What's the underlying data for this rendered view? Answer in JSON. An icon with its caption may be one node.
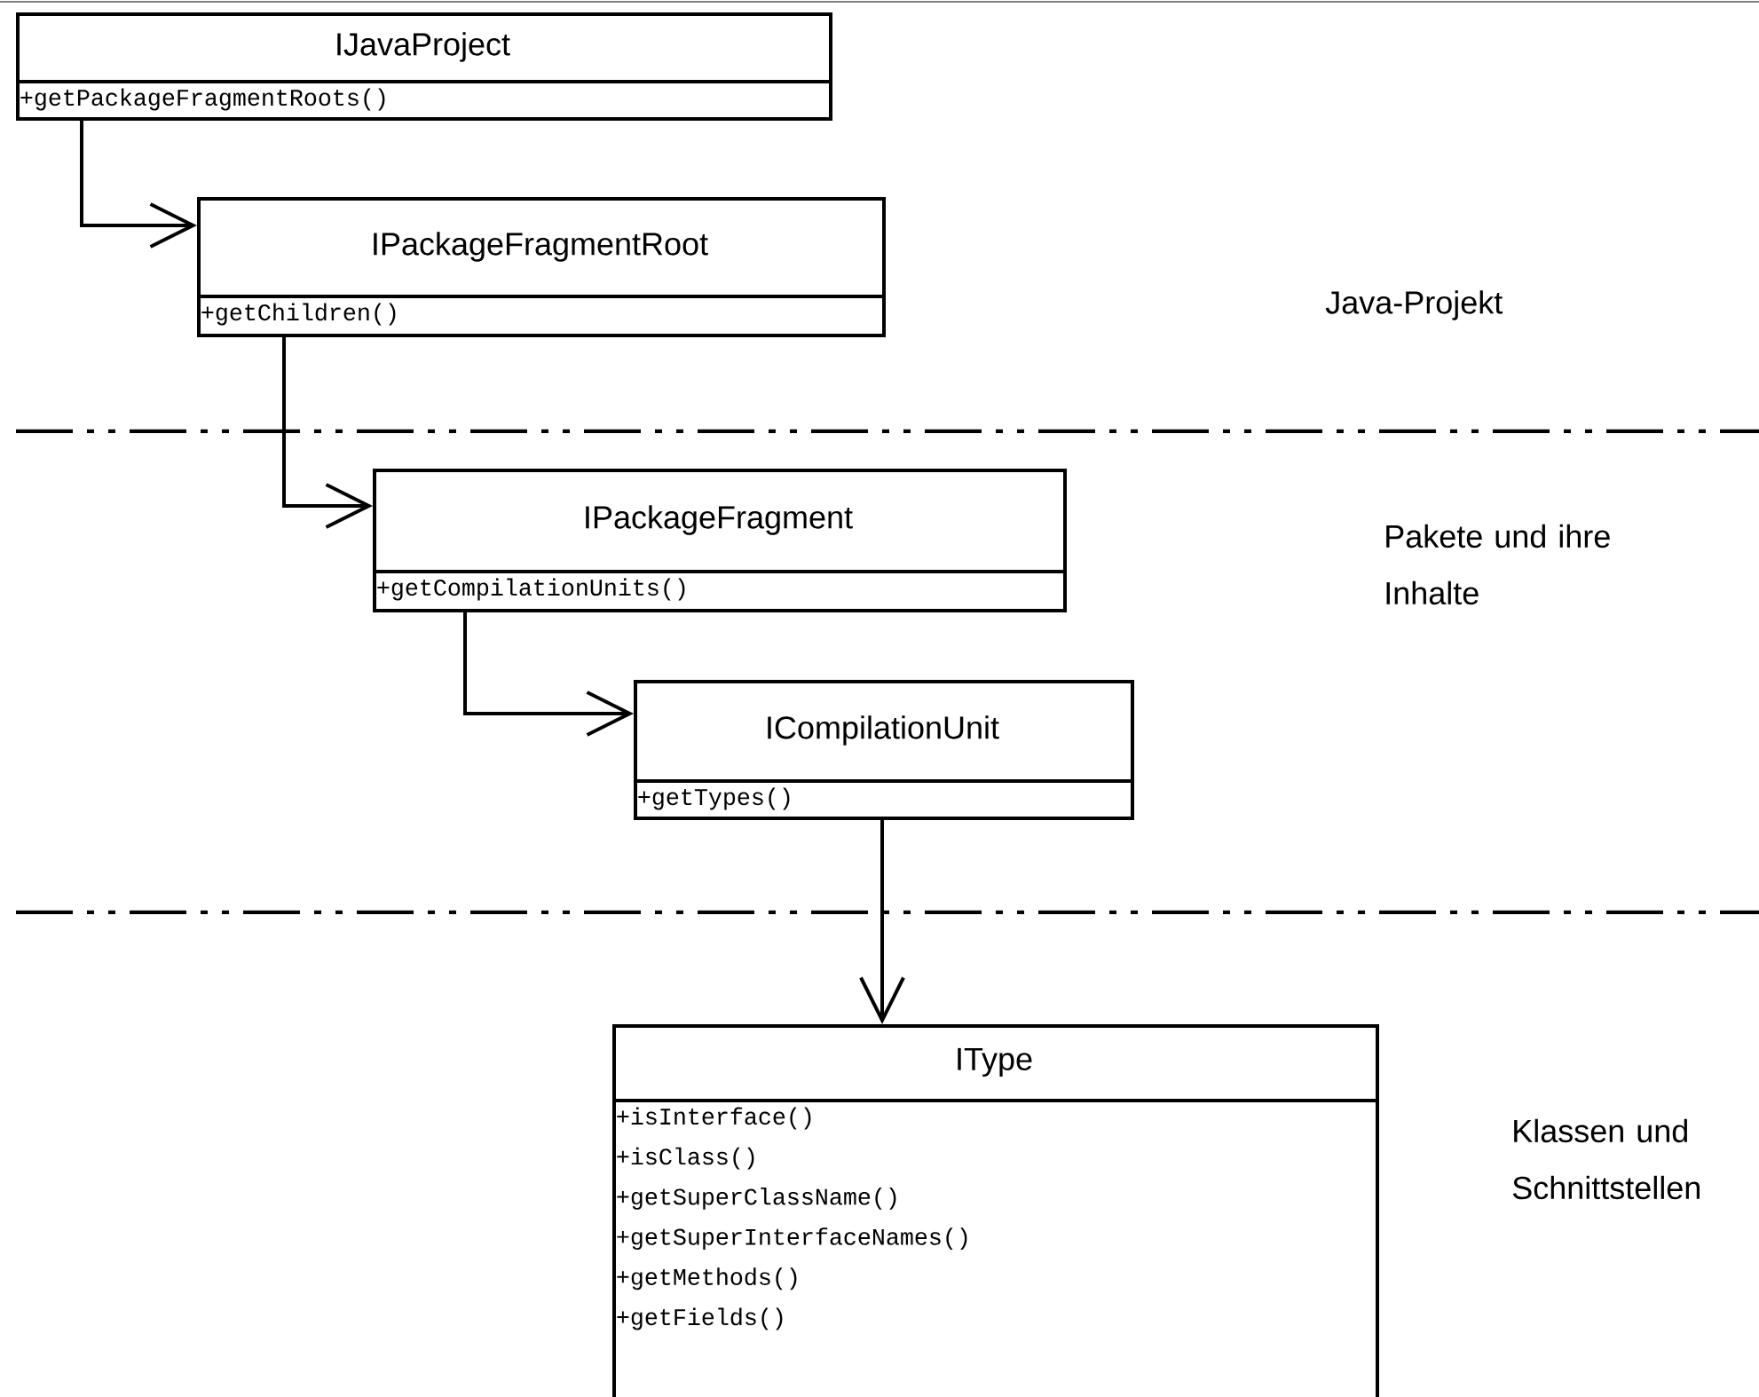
{
  "diagram": {
    "nodes": [
      {
        "text": [
          "IJavaProject",
          "+getPackageFragmentRoots()"
        ]
      },
      {
        "text": [
          "IPackageFragmentRoot",
          "+getChildren()"
        ]
      },
      {
        "text": [
          "IPackageFragment",
          "+getCompilationUnits()"
        ]
      },
      {
        "text": [
          "ICompilationUnit",
          "+getTypes()"
        ]
      },
      {
        "text": [
          "IType",
          "+isInterface()",
          "+isClass()",
          "+getSuperClassName()",
          "+getSuperInterfaceNames()",
          "+getMethods()",
          "+getFields()"
        ]
      }
    ],
    "edges": [
      {
        "from": 0,
        "to": 1,
        "arrow": "to"
      },
      {
        "from": 1,
        "to": 2,
        "arrow": "to"
      },
      {
        "from": 2,
        "to": 3,
        "arrow": "to"
      },
      {
        "from": 3,
        "to": 4,
        "arrow": "to"
      }
    ],
    "labels": [
      "Java-Projekt",
      "Pakete und ihre Inhalte",
      "Klassen und Schnittstellen"
    ]
  }
}
